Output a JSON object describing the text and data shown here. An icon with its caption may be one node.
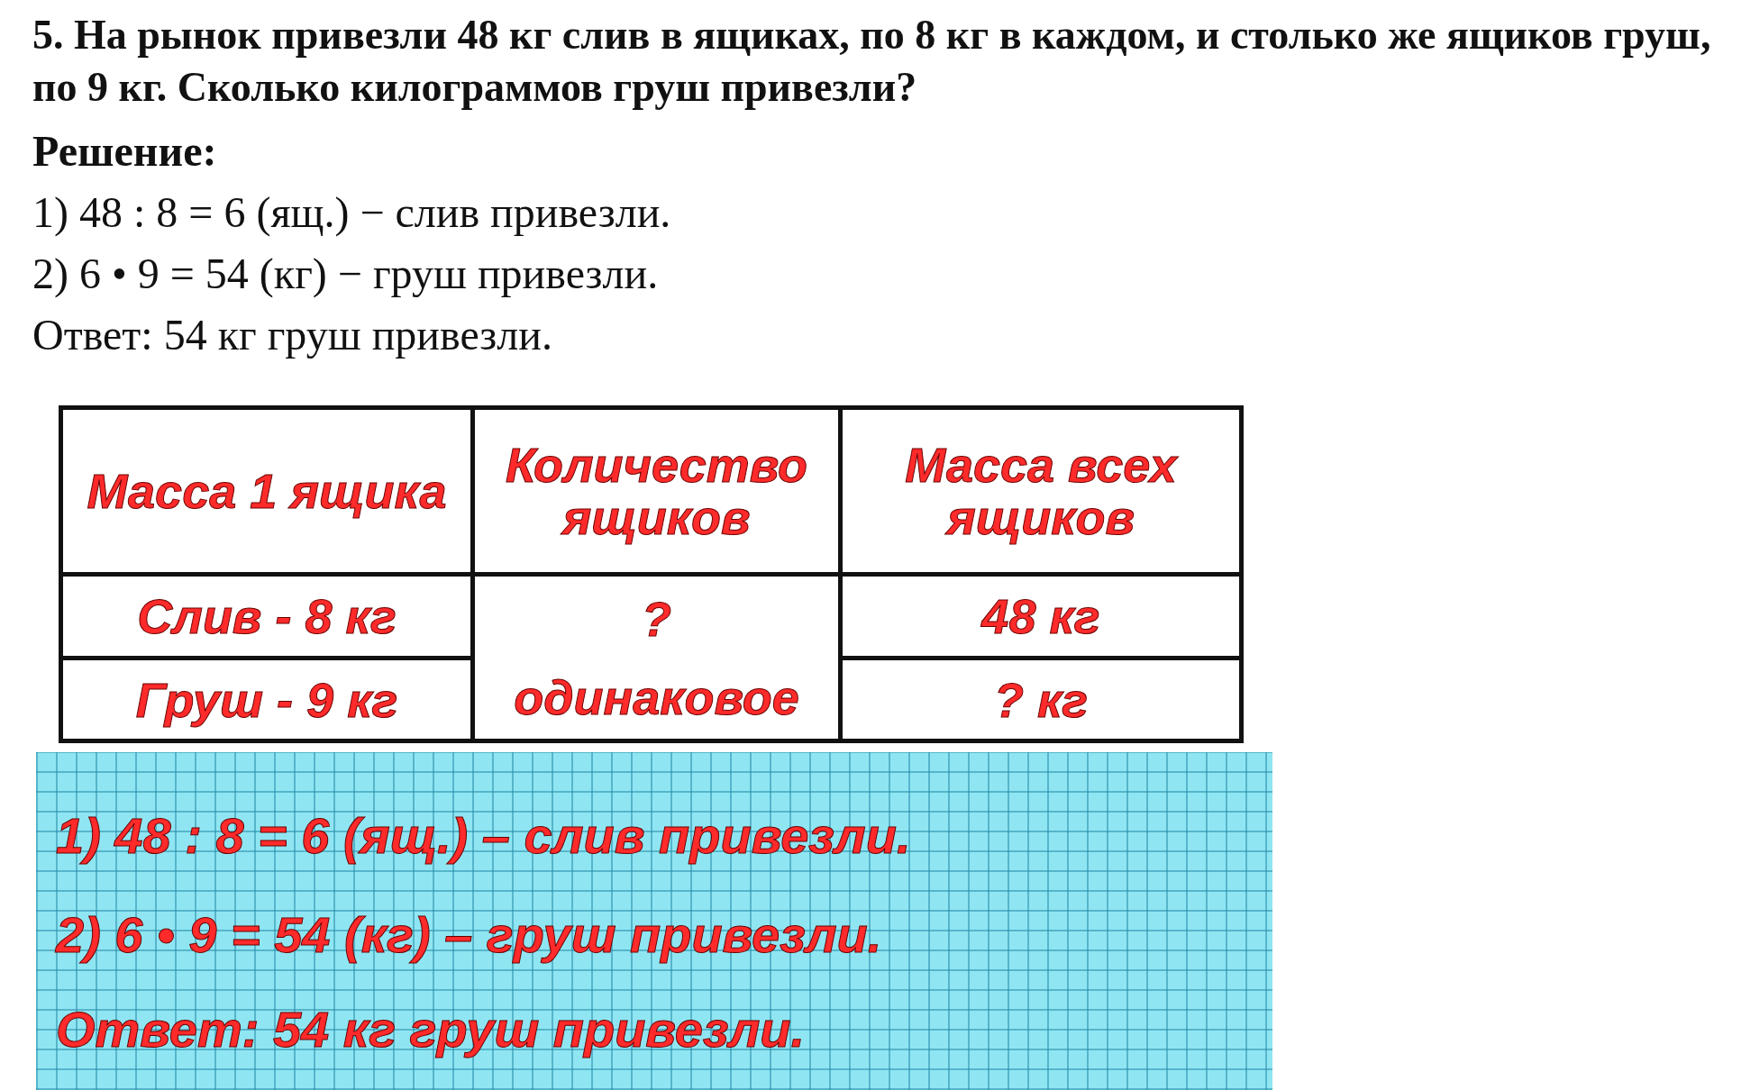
{
  "diagram": {
    "title": "5. На рынок привезли 48 кг слив в ящиках, по 8 кг в каждом, и столько же ящиков груш, по 9 кг. Сколько килограммов груш привезли?",
    "labels": [
      "Решение:",
      "1) 48 : 8 = 6 (ящ.) − слив привезли.",
      "2) 6 • 9 = 54 (кг) − груш привезли.",
      "Ответ: 54 кг груш привезли.",
      "Масса 1 ящика",
      "Количество ящиков",
      "Масса всех ящиков",
      "Слив - 8 кг",
      "?",
      "48 кг",
      "Груш - 9 кг",
      "одинаковое",
      "? кг",
      "1) 48 : 8 = 6 (ящ.) – слив привезли.",
      "2) 6 • 9 = 54 (кг) – груш привезли.",
      "Ответ: 54 кг груш привезли."
    ]
  }
}
